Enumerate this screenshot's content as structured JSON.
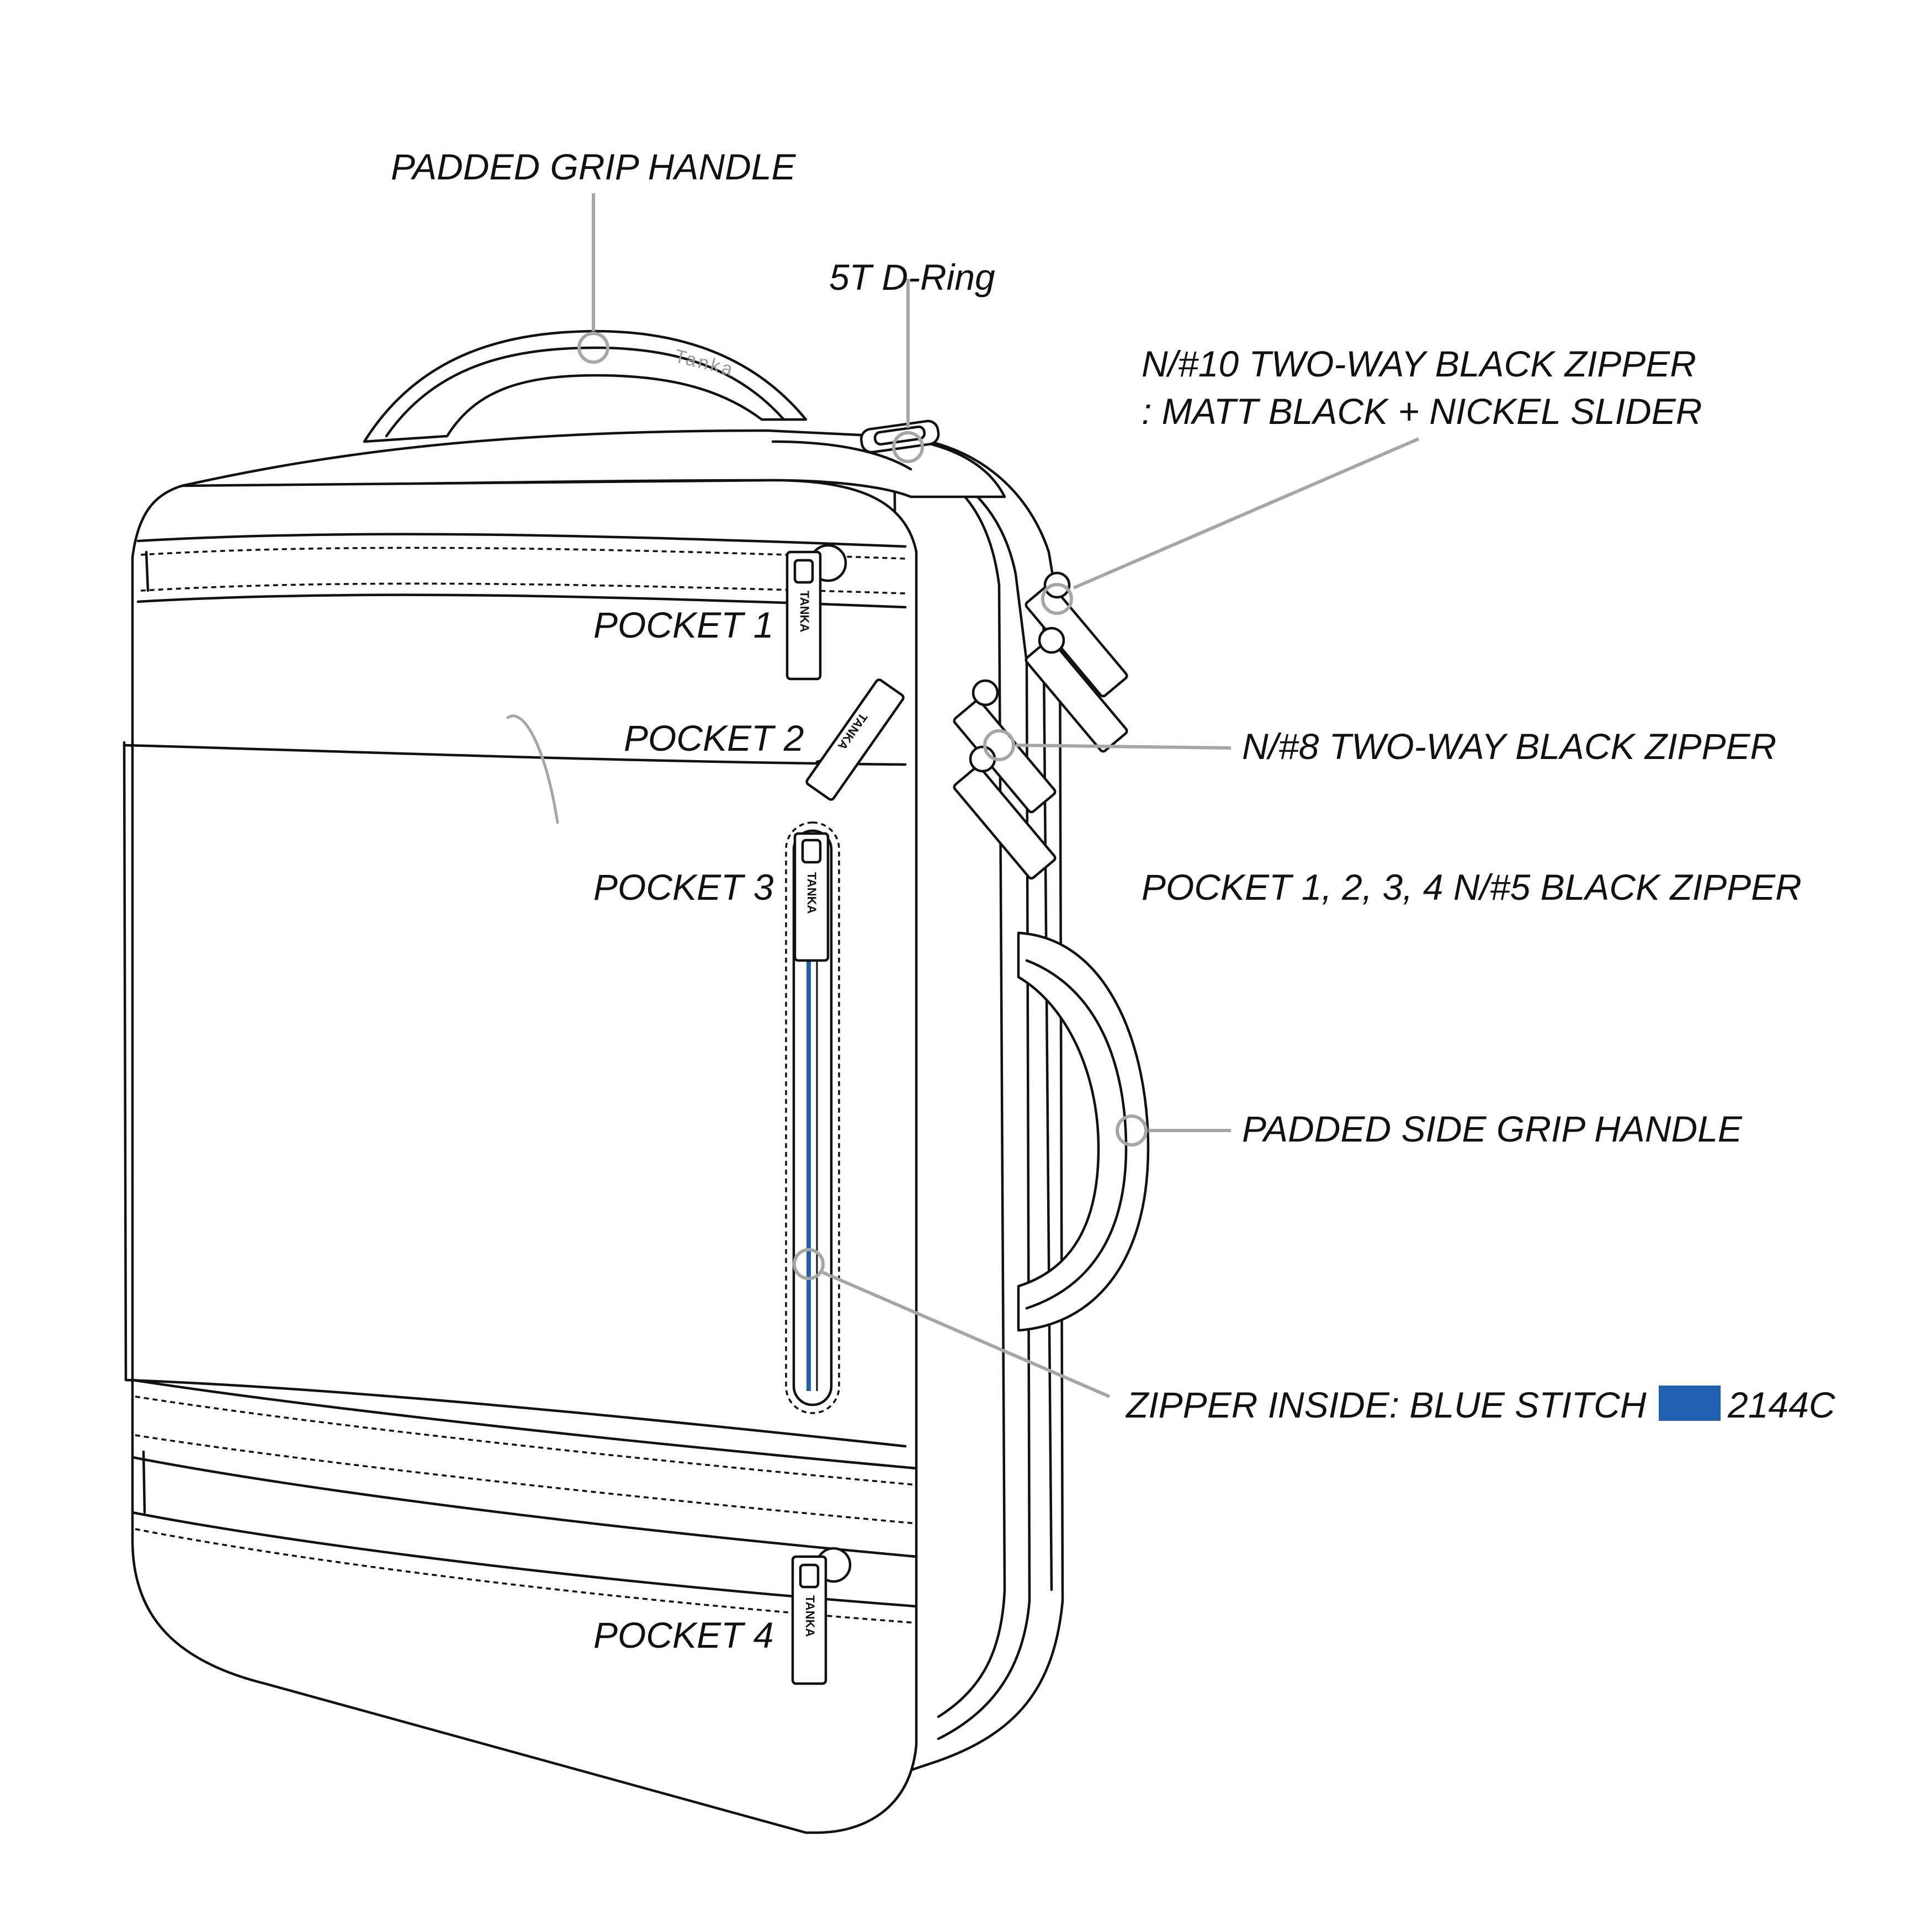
{
  "brand": {
    "handle_logo": "Tanka",
    "tag_logo": "TANKA"
  },
  "callouts": {
    "padded_grip_handle": "PADDED GRIP HANDLE",
    "d_ring": "5T D-Ring",
    "main_zipper_line1": "N/#10 TWO-WAY BLACK ZIPPER",
    "main_zipper_line2": ": MATT BLACK + NICKEL SLIDER",
    "side_zipper": "N/#8 TWO-WAY BLACK ZIPPER",
    "pocket_zippers": "POCKET 1, 2, 3, 4 N/#5 BLACK ZIPPER",
    "side_grip_handle": "PADDED SIDE GRIP HANDLE",
    "zipper_inside": "ZIPPER INSIDE: BLUE STITCH",
    "stitch_code": "2144C"
  },
  "pockets": {
    "pocket_1": "POCKET 1",
    "pocket_2": "POCKET 2",
    "pocket_3": "POCKET 3",
    "pocket_4": "POCKET 4"
  },
  "colors": {
    "outline": "#111111",
    "leader_lines": "#a6a6a6",
    "blue_stitch": "#1f5fae"
  }
}
